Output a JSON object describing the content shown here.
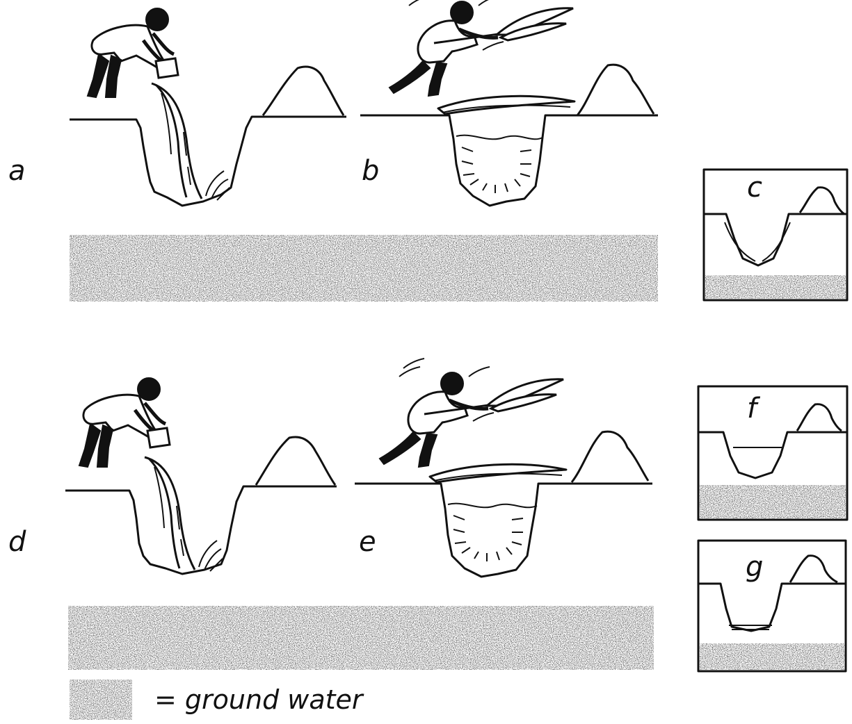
{
  "panels": {
    "a": "a",
    "b": "b",
    "c": "c",
    "d": "d",
    "e": "e",
    "f": "f",
    "g": "g"
  },
  "legend": {
    "text": "= ground water"
  },
  "colors": {
    "ink": "#111111",
    "groundwater_speckle": "#4a4a4a",
    "background": "#ffffff"
  }
}
